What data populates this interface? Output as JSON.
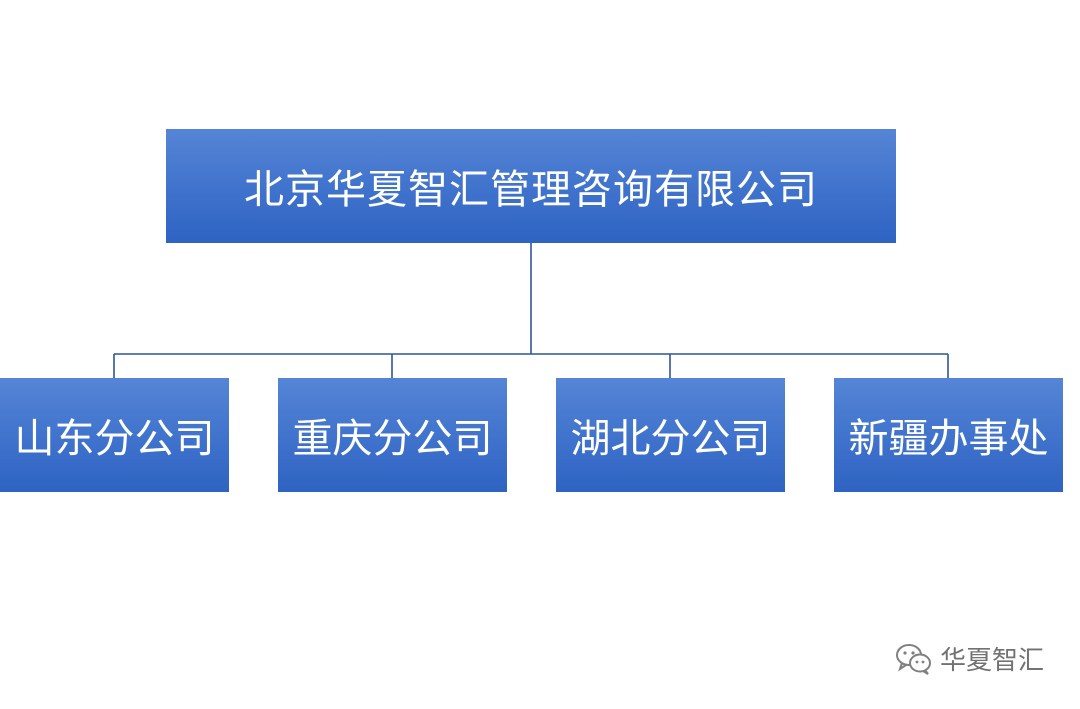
{
  "org_chart": {
    "root": {
      "label": "北京华夏智汇管理咨询有限公司"
    },
    "children": [
      {
        "label": "山东分公司"
      },
      {
        "label": "重庆分公司"
      },
      {
        "label": "湖北分公司"
      },
      {
        "label": "新疆办事处"
      }
    ]
  },
  "watermark": {
    "icon": "wechat-icon",
    "text": "华夏智汇"
  },
  "colors": {
    "box_fill": "#3f72cc",
    "box_text": "#ffffff",
    "connector": "#2f5597"
  }
}
